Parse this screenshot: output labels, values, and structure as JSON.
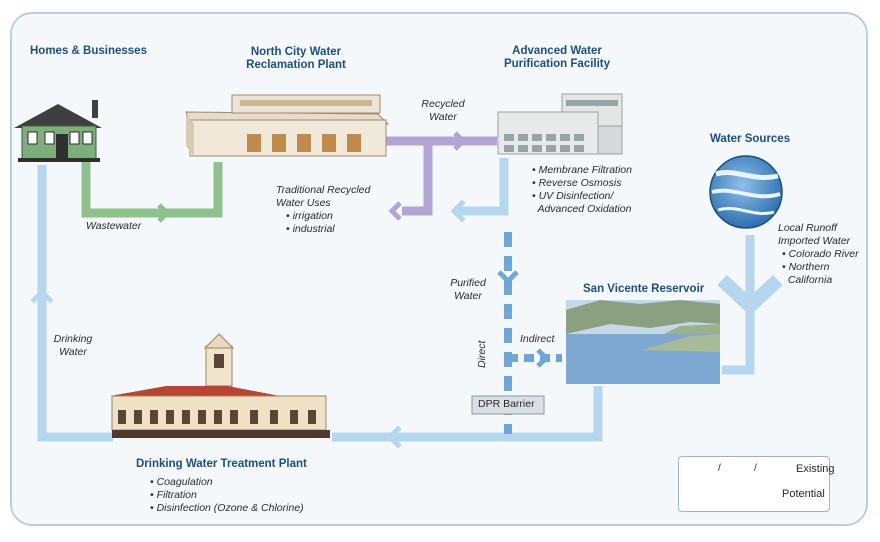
{
  "nodes": {
    "homes": {
      "title": "Homes & Businesses"
    },
    "reclamation": {
      "title": "North City Water Reclamation Plant"
    },
    "purification": {
      "title": "Advanced Water Purification Facility",
      "items": [
        "• Membrane Filtration",
        "• Reverse Osmosis",
        "• UV Disinfection/",
        "  Advanced Oxidation"
      ]
    },
    "sources": {
      "title": "Water Sources",
      "items": [
        "Local Runoff",
        "Imported Water",
        "• Colorado River",
        "• Northern",
        "  California"
      ]
    },
    "reservoir": {
      "title": "San Vicente Reservoir"
    },
    "treatment": {
      "title": "Drinking Water Treatment Plant",
      "items": [
        "• Coagulation",
        "• Filtration",
        "• Disinfection (Ozone & Chlorine)"
      ]
    },
    "traditional": {
      "title": "Traditional Recycled Water Uses",
      "items": [
        "• irrigation",
        "• industrial"
      ]
    },
    "dpr": {
      "label": "DPR Barrier"
    }
  },
  "flow_labels": {
    "wastewater": "Wastewater",
    "recycled": "Recycled Water",
    "purified": "Purified Water",
    "indirect": "Indirect",
    "direct": "Direct",
    "drinking": "Drinking Water"
  },
  "legend": {
    "existing": "Existing",
    "potential": "Potential",
    "sep": "/"
  },
  "colors": {
    "green": "#8fc18f",
    "purple": "#b2a4d4",
    "lightblue": "#b5d6ee",
    "dashblue": "#6fa6d8",
    "title": "#1f4f7f"
  }
}
